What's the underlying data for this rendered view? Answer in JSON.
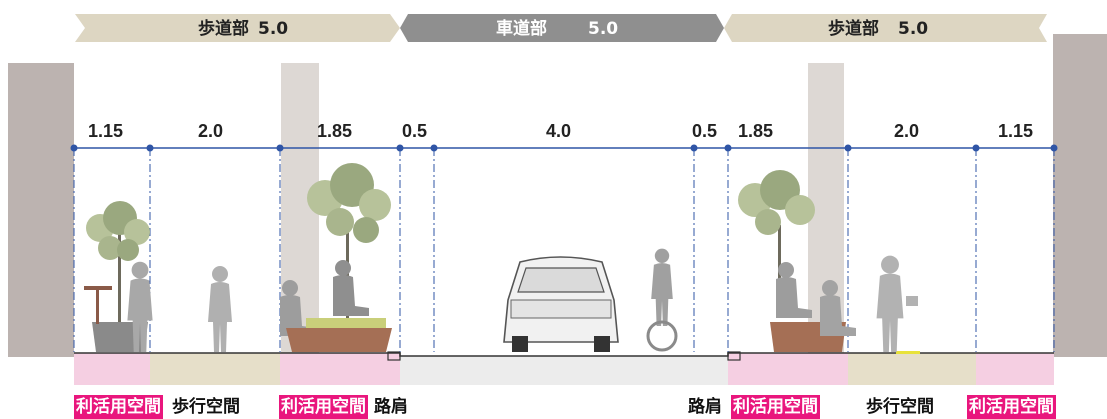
{
  "headers": [
    {
      "label": "歩道部",
      "value": "5.0"
    },
    {
      "label": "車道部",
      "value": "5.0"
    },
    {
      "label": "歩道部",
      "value": "5.0"
    }
  ],
  "dimensions": [
    "1.15",
    "2.0",
    "1.85",
    "0.5",
    "4.0",
    "0.5",
    "1.85",
    "2.0",
    "1.15"
  ],
  "zone_labels": {
    "usage_space": "利活用空間",
    "walking_space": "歩行空間",
    "shoulder": "路肩"
  },
  "colors": {
    "sidewalk_header": "#ddd6c2",
    "roadway_header": "#8f8f8f",
    "usage_zone": "#f5cfe2",
    "walking_zone": "#e6dfc9",
    "dimension_line": "#2f55a6",
    "tag_background": "#e9167d"
  }
}
